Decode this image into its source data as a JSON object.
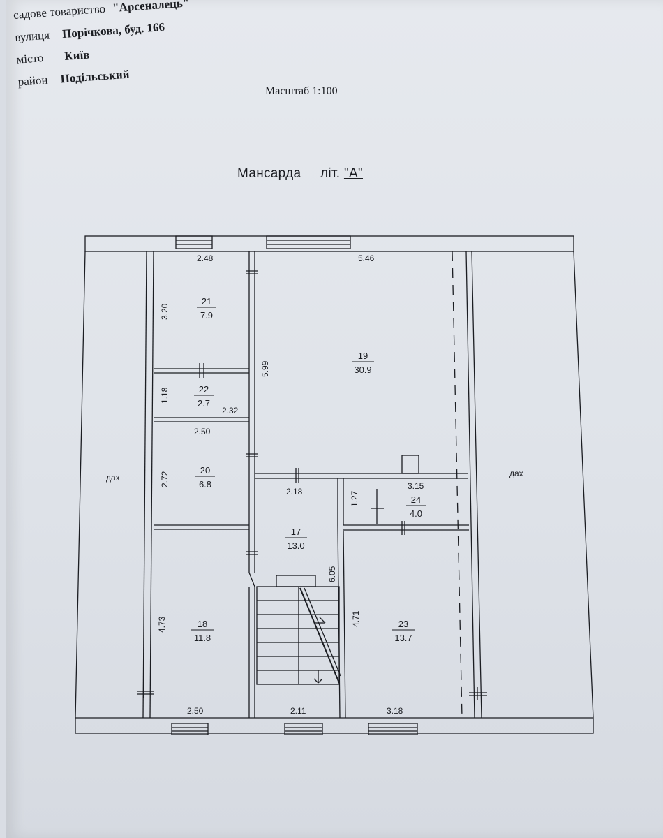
{
  "header": {
    "society_label": "садове товариство",
    "society_value": "\"Арсеналець\"",
    "street_label": "вулиця",
    "street_value": "Порічкова, буд. 166",
    "city_label": "місто",
    "city_value": "Київ",
    "district_label": "район",
    "district_value": "Подільський"
  },
  "scale": "Масштаб 1:100",
  "plan_title": {
    "name": "Мансарда",
    "lit_label": "літ.",
    "lit_value": "\"А\""
  },
  "roof_label": "дах",
  "dimensions": {
    "d_2_48": "2.48",
    "d_5_46": "5.46",
    "d_3_20": "3.20",
    "d_5_99": "5.99",
    "d_1_18": "1.18",
    "d_2_32": "2.32",
    "d_2_50_top": "2.50",
    "d_2_72": "2.72",
    "d_2_18": "2.18",
    "d_1_27": "1.27",
    "d_3_15": "3.15",
    "d_6_05": "6.05",
    "d_4_73": "4.73",
    "d_4_71": "4.71",
    "d_2_50_bottom": "2.50",
    "d_2_11": "2.11",
    "d_3_18": "3.18"
  },
  "rooms": [
    {
      "id": "21",
      "area": "7.9"
    },
    {
      "id": "19",
      "area": "30.9"
    },
    {
      "id": "22",
      "area": "2.7"
    },
    {
      "id": "20",
      "area": "6.8"
    },
    {
      "id": "24",
      "area": "4.0"
    },
    {
      "id": "17",
      "area": "13.0"
    },
    {
      "id": "18",
      "area": "11.8"
    },
    {
      "id": "23",
      "area": "13.7"
    }
  ]
}
